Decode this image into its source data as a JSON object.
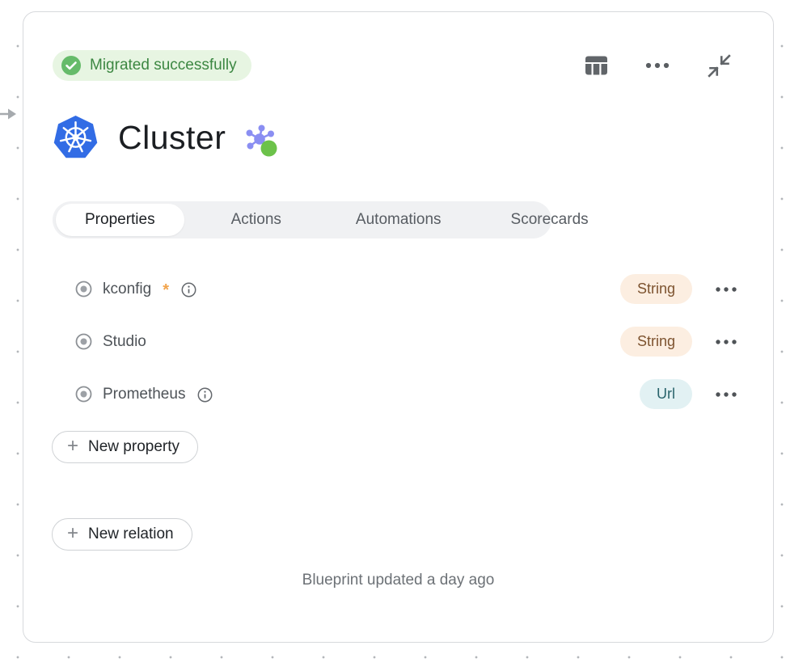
{
  "status": {
    "label": "Migrated successfully"
  },
  "header": {
    "title": "Cluster"
  },
  "tabs": [
    {
      "label": "Properties",
      "active": true
    },
    {
      "label": "Actions",
      "active": false
    },
    {
      "label": "Automations",
      "active": false
    },
    {
      "label": "Scorecards",
      "active": false
    }
  ],
  "properties": [
    {
      "name": "kconfig",
      "required_marker": "*",
      "type": "String"
    },
    {
      "name": "Studio",
      "type": "String"
    },
    {
      "name": "Prometheus",
      "type": "Url"
    }
  ],
  "actions": {
    "plus_symbol": "+",
    "new_property_label": "New property",
    "new_relation_label": "New relation"
  },
  "footer": {
    "text": "Blueprint updated a day ago"
  },
  "colors": {
    "status_bg": "#e7f5e2",
    "status_text": "#3c8742",
    "status_check_green": "#66bb6a",
    "string_badge_bg": "#fceee1",
    "string_badge_text": "#7d532f",
    "url_badge_bg": "#e2f1f3",
    "url_badge_text": "#29646c",
    "kubernetes_blue": "#326ce5",
    "graph_purple": "#8a8ef2",
    "graph_green": "#6cc24a",
    "required_asterisk": "#f2a44c",
    "icon_gray": "#616569"
  }
}
